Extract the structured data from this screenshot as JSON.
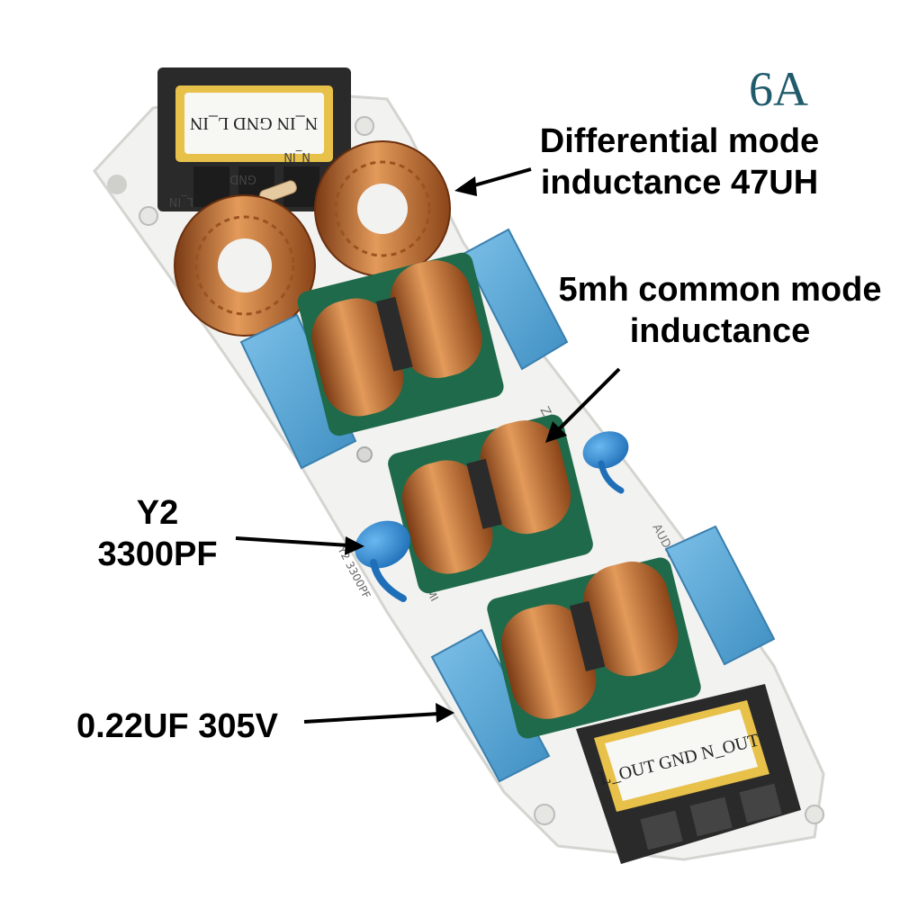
{
  "badge": {
    "rating": "6A"
  },
  "annotations": {
    "differential": {
      "line1": "Differential mode",
      "line2": "inductance 47UH"
    },
    "common_mode": {
      "line1": "5mh common mode",
      "line2": "inductance"
    },
    "y_capacitor": {
      "line1": "Y2",
      "line2": "3300PF"
    },
    "x_capacitor": {
      "line1": "0.22UF 305V"
    }
  },
  "terminals": {
    "input_label": "N_IN  GND L_IN",
    "output_label": "L_OUT  GND  N_OUT",
    "input_silk": [
      "L_IN",
      "GND",
      "N_IN"
    ]
  },
  "pcb_silk": {
    "y2_mark": "Y2 3300PF",
    "emi_mark": "EMI",
    "audio_mark": "AUDIO",
    "zs_mark": "ZS-"
  },
  "colors": {
    "pcb": "#f2f2f0",
    "copper": "#c7763a",
    "core": "#1f6a4a",
    "x_cap": "#5aa7d6",
    "y_cap": "#2f8fd8",
    "terminal": "#2a2a2a",
    "label_tape": "#e8c14a",
    "badge": "#1f5b6a"
  }
}
